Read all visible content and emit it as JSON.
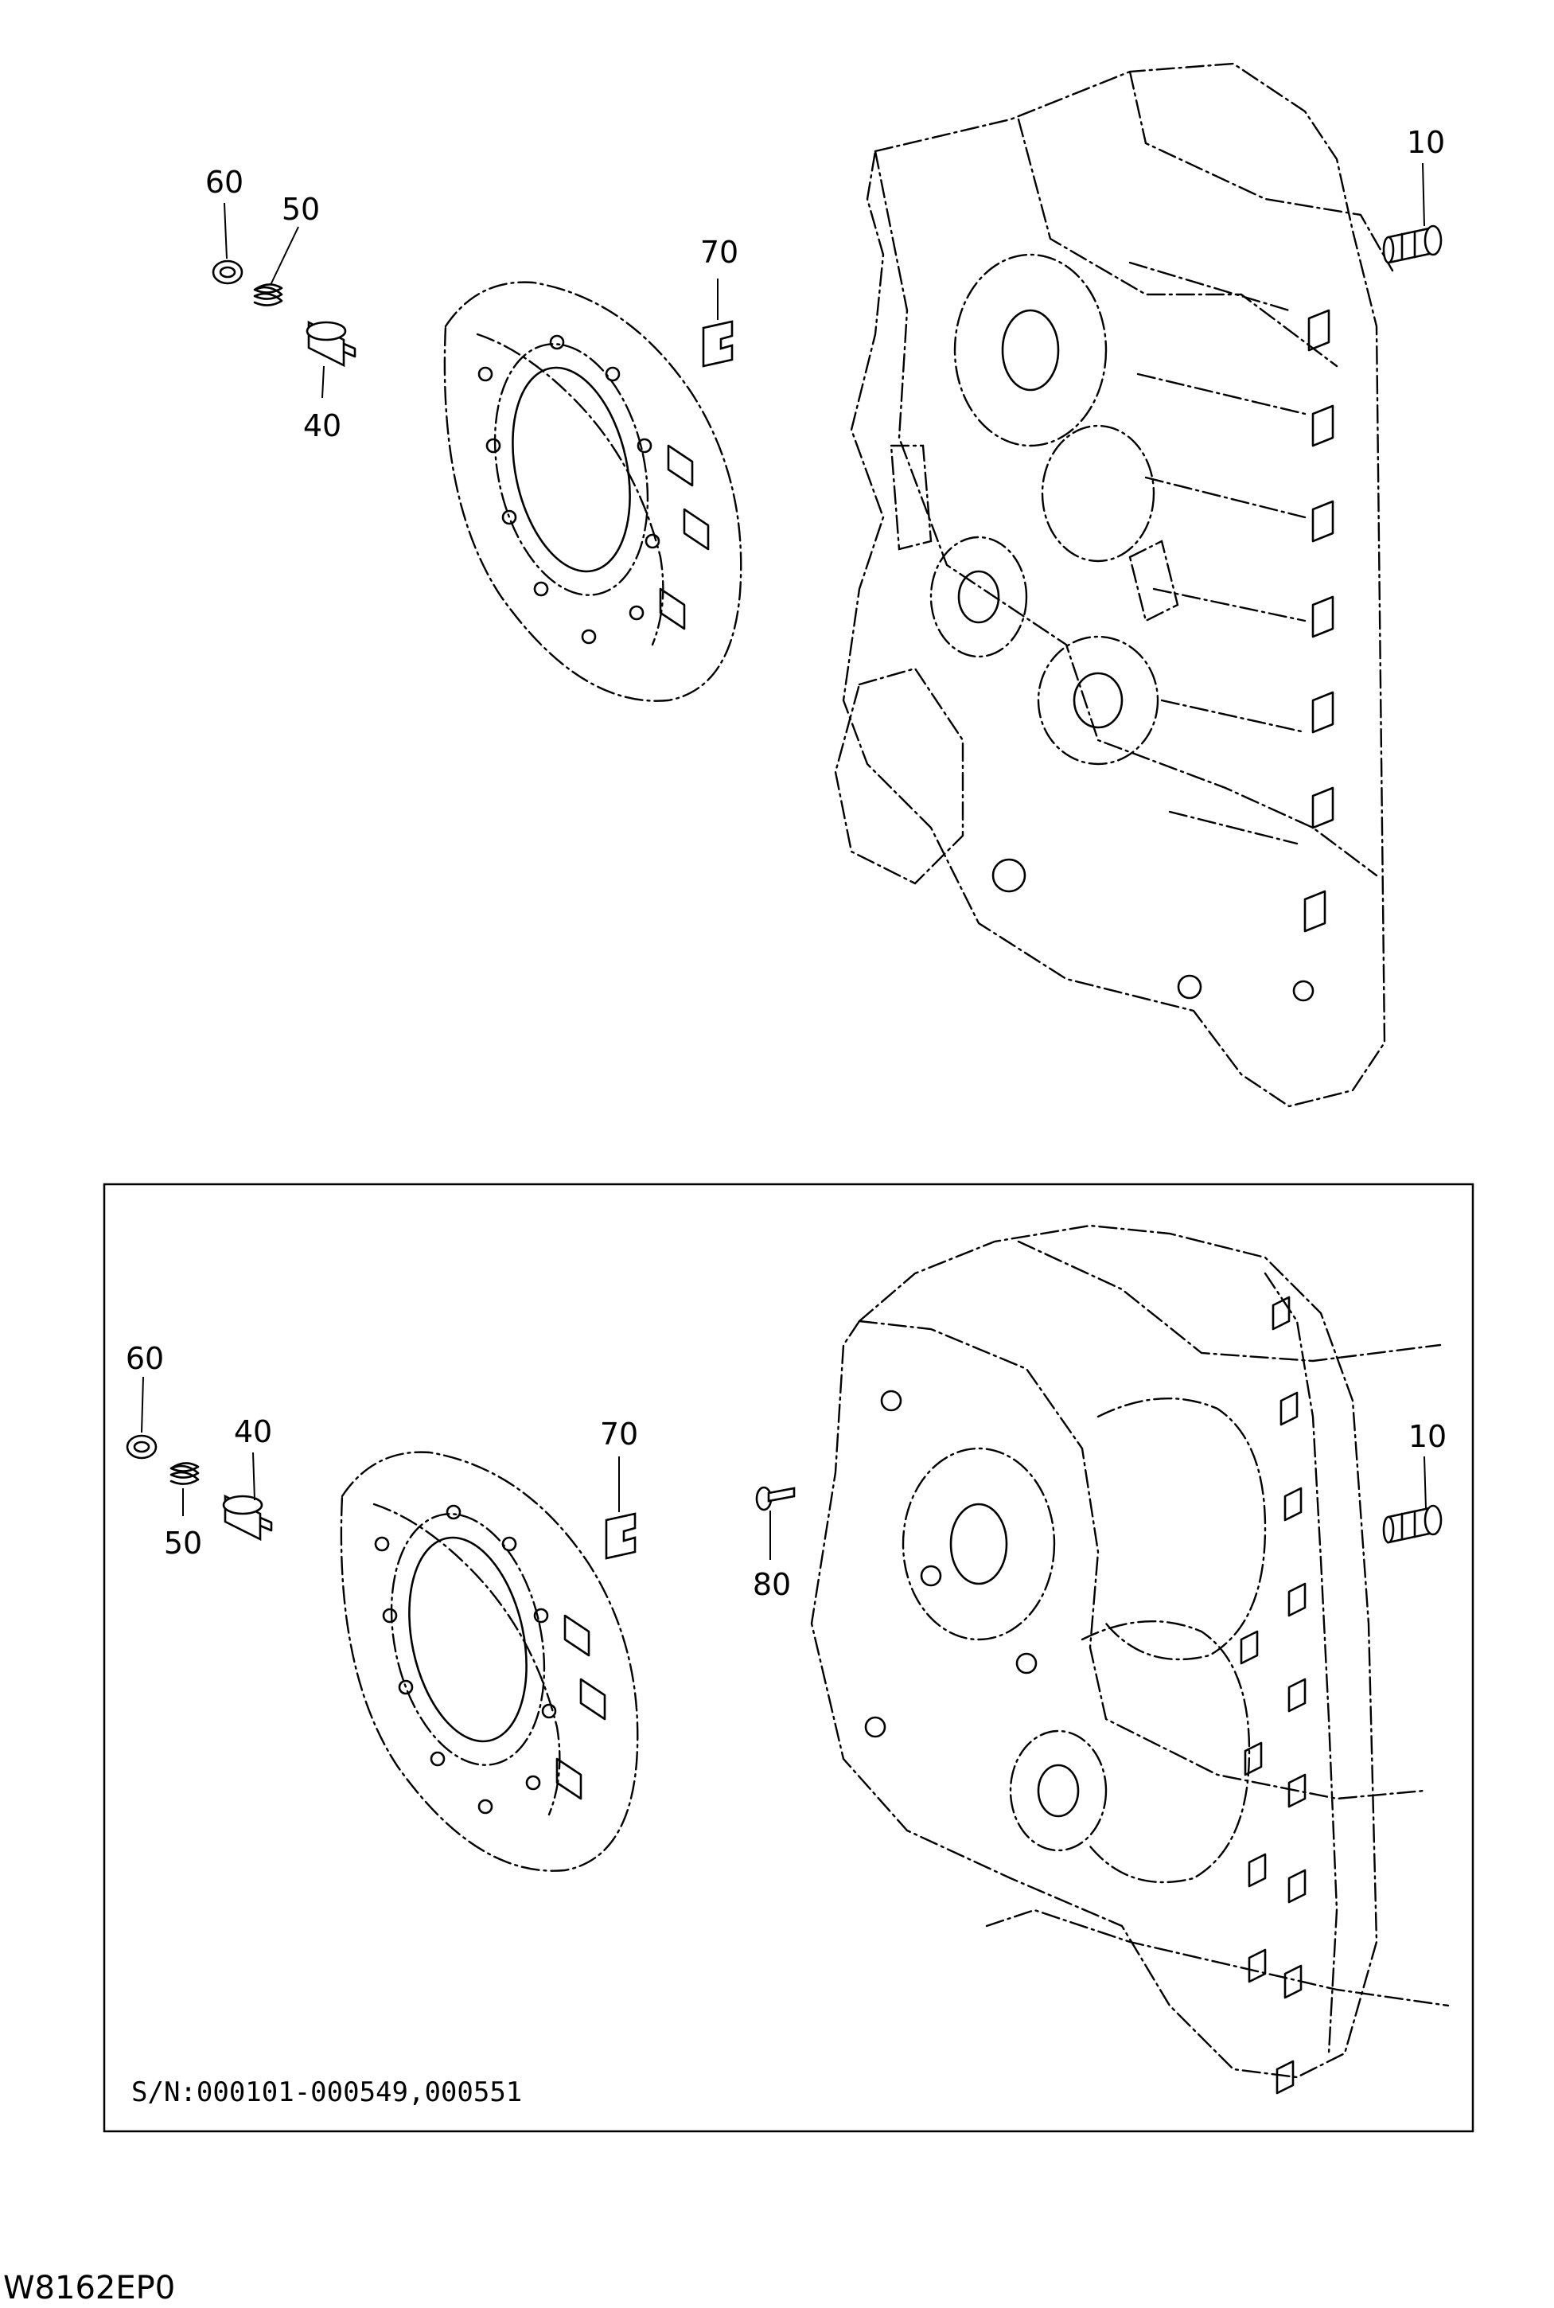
{
  "top_view": {
    "callouts": {
      "c60": "60",
      "c50": "50",
      "c40": "40",
      "c70": "70",
      "c10": "10"
    }
  },
  "bottom_view": {
    "callouts": {
      "c60": "60",
      "c40": "40",
      "c50": "50",
      "c70": "70",
      "c80": "80",
      "c10": "10"
    },
    "serial_note": "S/N:000101-000549,000551"
  },
  "figure_code": "W8162EP0"
}
